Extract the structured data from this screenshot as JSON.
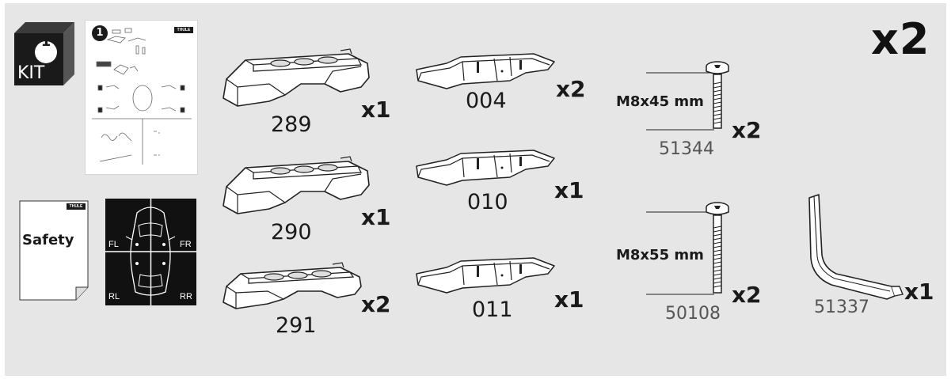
{
  "kit": {
    "number": "1",
    "label": "KIT"
  },
  "instruction_sheet": {
    "step_number": "1",
    "brand": "THULE"
  },
  "safety_sheet": {
    "brand": "THULE",
    "label": "Safety"
  },
  "positions": {
    "fl": "FL",
    "fr": "FR",
    "rl": "RL",
    "rr": "RR"
  },
  "total_multiplier": "x2",
  "parts": {
    "foot_289": {
      "code": "289",
      "qty": "x1"
    },
    "foot_290": {
      "code": "290",
      "qty": "x1"
    },
    "foot_291": {
      "code": "291",
      "qty": "x2"
    },
    "bracket_004": {
      "code": "004",
      "qty": "x2"
    },
    "bracket_010": {
      "code": "010",
      "qty": "x1"
    },
    "bracket_011": {
      "code": "011",
      "qty": "x1"
    },
    "bolt_51344": {
      "code": "51344",
      "size": "M8x45 mm",
      "qty": "x2"
    },
    "bolt_50108": {
      "code": "50108",
      "size": "M8x55 mm",
      "qty": "x2"
    },
    "hex_key_51337": {
      "code": "51337",
      "qty": "x1"
    }
  }
}
